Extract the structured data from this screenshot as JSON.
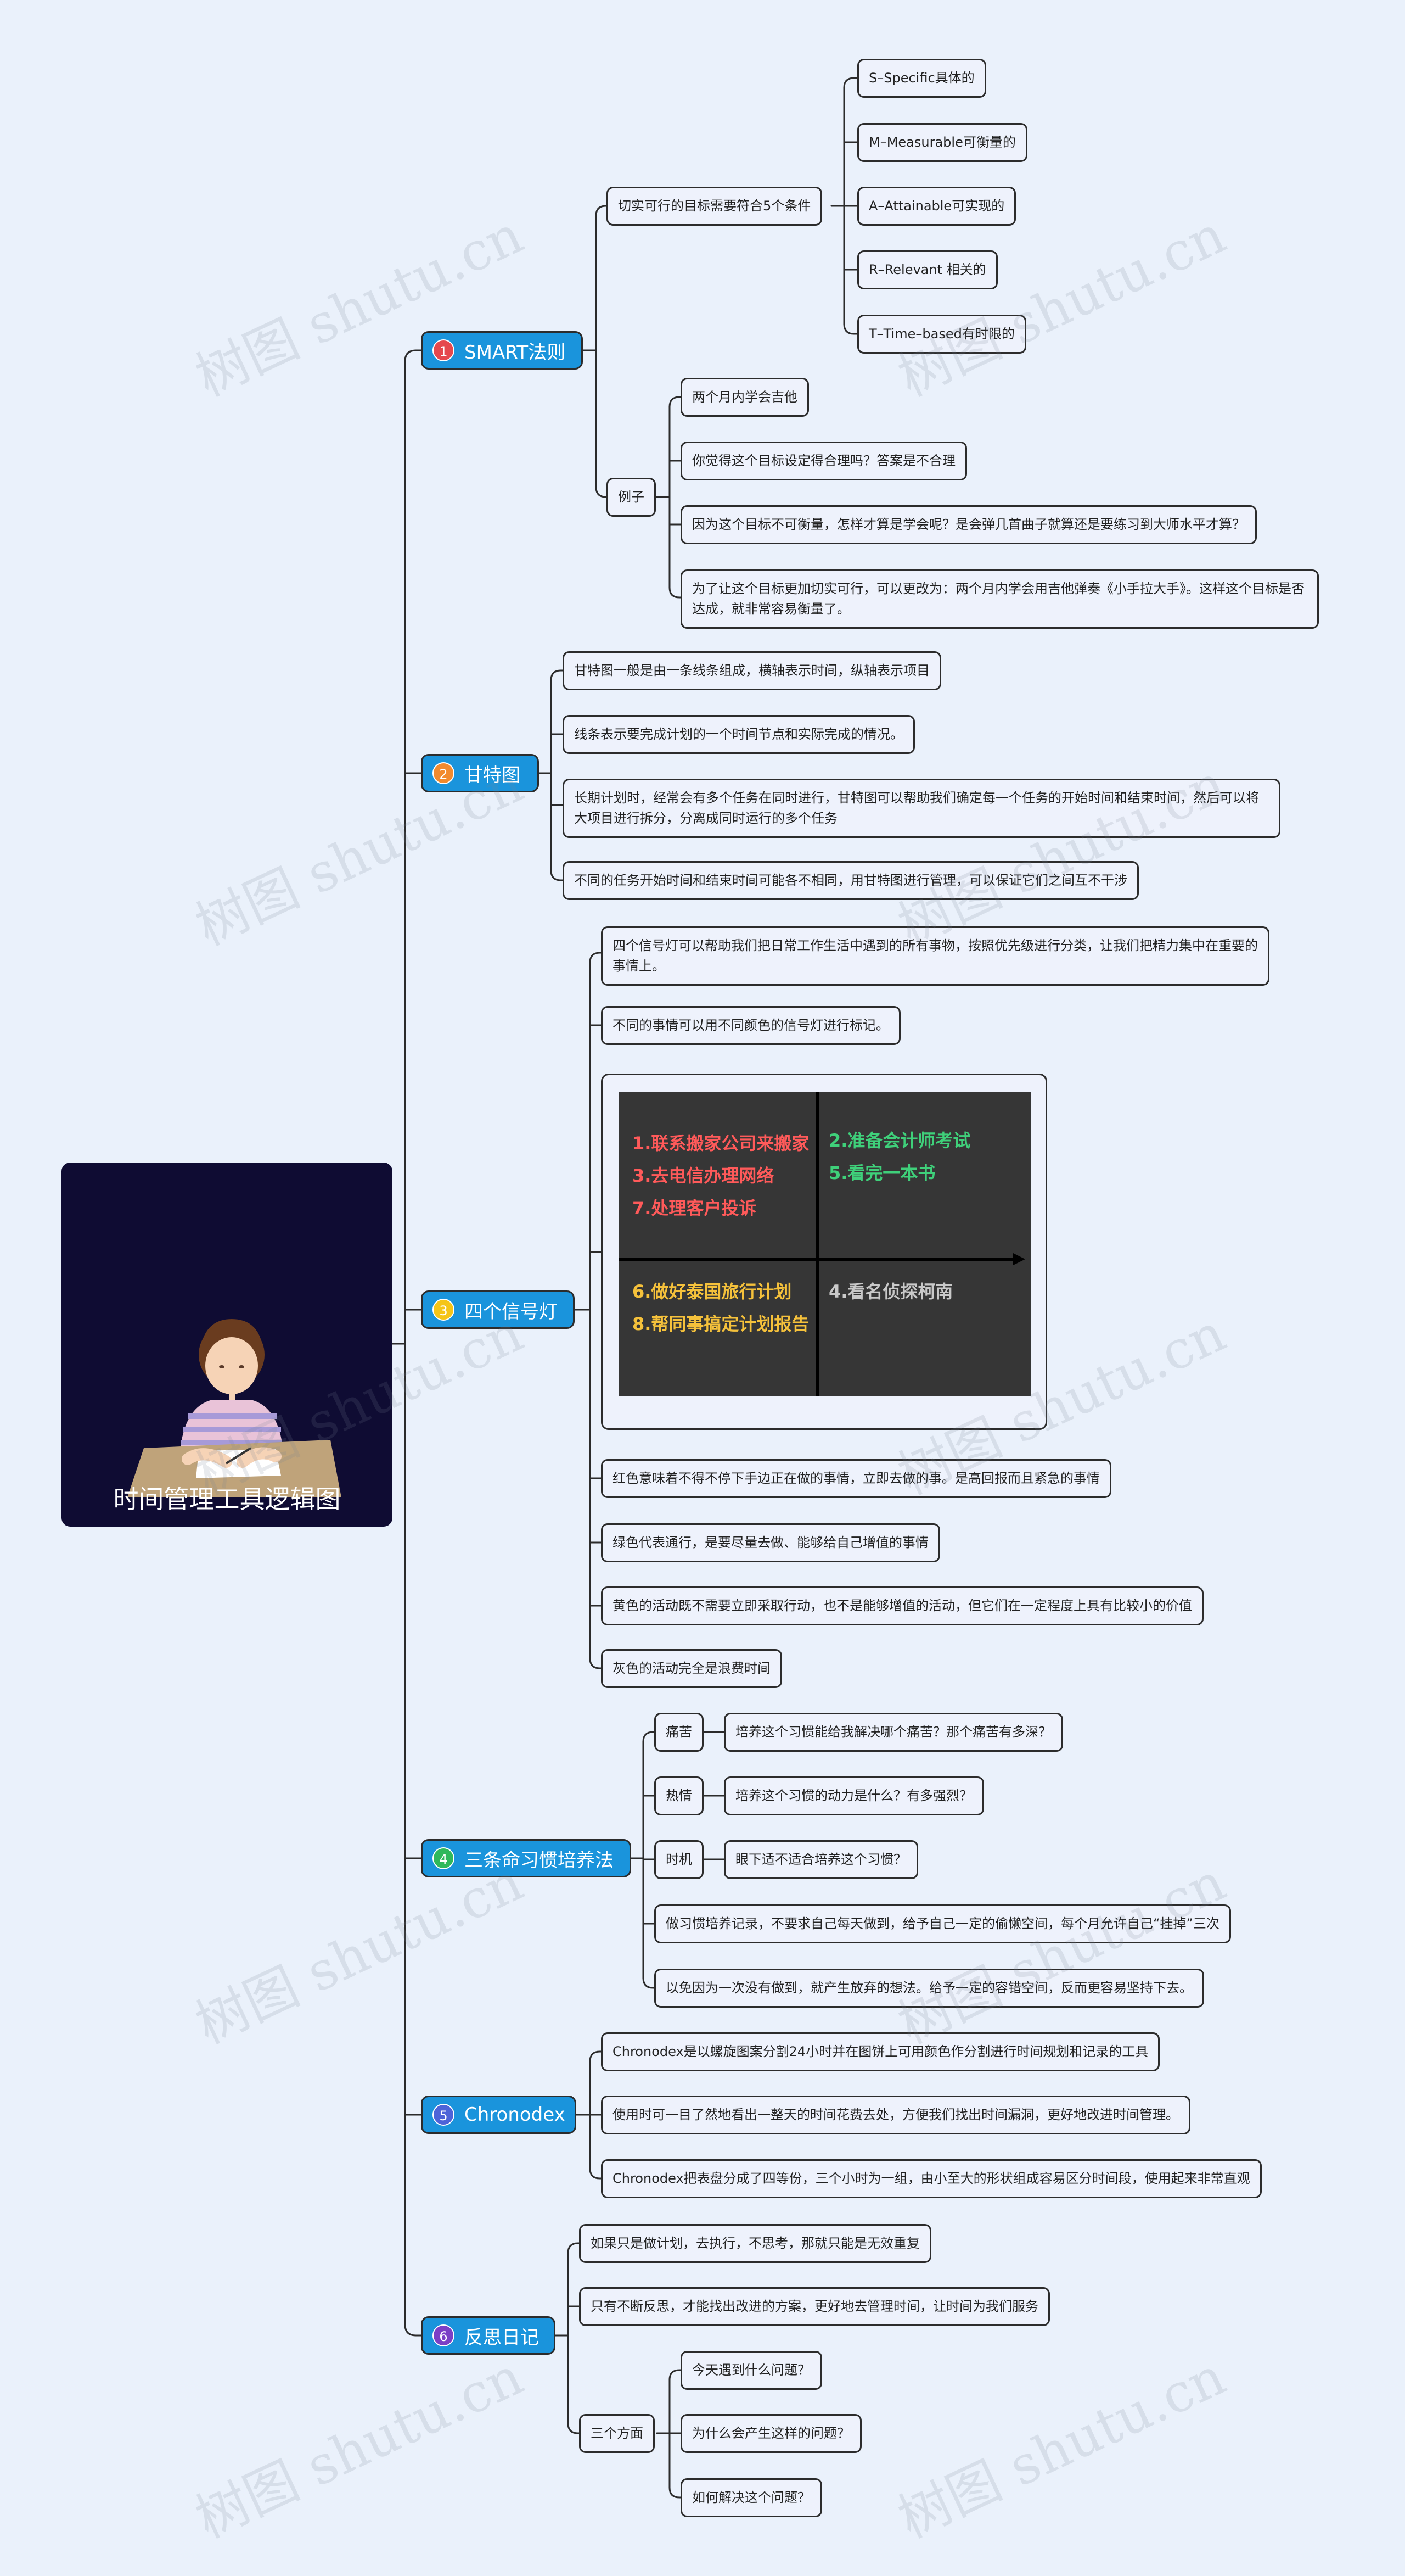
{
  "root": {
    "title": "时间管理工具逻辑图"
  },
  "branches": [
    {
      "num": "1",
      "label": "SMART法则",
      "color": "#e5484d"
    },
    {
      "num": "2",
      "label": "甘特图",
      "color": "#f28a2e"
    },
    {
      "num": "3",
      "label": "四个信号灯",
      "color": "#f5c518"
    },
    {
      "num": "4",
      "label": "三条命习惯培养法",
      "color": "#2fb85b"
    },
    {
      "num": "5",
      "label": "Chronodex",
      "color": "#4d63d8"
    },
    {
      "num": "6",
      "label": "反思日记",
      "color": "#7b3fc6"
    }
  ],
  "smart": {
    "cond_label": "切实可行的目标需要符合5个条件",
    "conditions": [
      "S–Specific具体的",
      "M–Measurable可衡量的",
      "A–Attainable可实现的",
      "R–Relevant 相关的",
      "T–Time–based有时限的"
    ],
    "example_label": "例子",
    "examples": [
      "两个月内学会吉他",
      "你觉得这个目标设定得合理吗？答案是不合理",
      "因为这个目标不可衡量，怎样才算是学会呢？是会弹几首曲子就算还是要练习到大师水平才算？",
      "为了让这个目标更加切实可行，可以更改为：两个月内学会用吉他弹奏《小手拉大手》。这样这个目标是否达成，就非常容易衡量了。"
    ]
  },
  "gantt": {
    "items": [
      "甘特图一般是由一条线条组成，横轴表示时间，纵轴表示项目",
      "线条表示要完成计划的一个时间节点和实际完成的情况。",
      "长期计划时，经常会有多个任务在同时进行，甘特图可以帮助我们确定每一个任务的开始时间和结束时间，然后可以将大项目进行拆分，分离成同时运行的多个任务",
      "不同的任务开始时间和结束时间可能各不相同，用甘特图进行管理，可以保证它们之间互不干涉"
    ]
  },
  "signal": {
    "intro": [
      "四个信号灯可以帮助我们把日常工作生活中遇到的所有事物，按照优先级进行分类，让我们把精力集中在重要的事情上。",
      "不同的事情可以用不同颜色的信号灯进行标记。"
    ],
    "quadrant": {
      "red": [
        "1.联系搬家公司来搬家",
        "3.去电信办理网络",
        "7.处理客户投诉"
      ],
      "green": [
        "2.准备会计师考试",
        "5.看完一本书"
      ],
      "yellow": [
        "6.做好泰国旅行计划",
        "8.帮同事搞定计划报告"
      ],
      "gray": [
        "4.看名侦探柯南"
      ],
      "colors": {
        "red": "#ff5a5a",
        "green": "#3fd07a",
        "yellow": "#f5c13b",
        "gray": "#c9c9c9"
      }
    },
    "notes": [
      "红色意味着不得不停下手边正在做的事情，立即去做的事。是高回报而且紧急的事情",
      "绿色代表通行，是要尽量去做、能够给自己增值的事情",
      "黄色的活动既不需要立即采取行动，也不是能够增值的活动，但它们在一定程度上具有比较小的价值",
      "灰色的活动完全是浪费时间"
    ]
  },
  "habit": {
    "pain": {
      "label": "痛苦",
      "text": "培养这个习惯能给我解决哪个痛苦？那个痛苦有多深？"
    },
    "passion": {
      "label": "热情",
      "text": "培养这个习惯的动力是什么？有多强烈？"
    },
    "timing": {
      "label": "时机",
      "text": "眼下适不适合培养这个习惯？"
    },
    "notes": [
      "做习惯培养记录，不要求自己每天做到，给予自己一定的偷懒空间，每个月允许自己“挂掉”三次",
      "以免因为一次没有做到，就产生放弃的想法。给予一定的容错空间，反而更容易坚持下去。"
    ]
  },
  "chronodex": {
    "items": [
      "Chronodex是以螺旋图案分割24小时并在图饼上可用颜色作分割进行时间规划和记录的工具",
      "使用时可一目了然地看出一整天的时间花费去处，方便我们找出时间漏洞，更好地改进时间管理。",
      "Chronodex把表盘分成了四等份，三个小时为一组，由小至大的形状组成容易区分时间段，使用起来非常直观"
    ]
  },
  "reflection": {
    "items": [
      "如果只是做计划，去执行，不思考，那就只能是无效重复",
      "只有不断反思，才能找出改进的方案，更好地去管理时间，让时间为我们服务"
    ],
    "three_label": "三个方面",
    "three": [
      "今天遇到什么问题？",
      "为什么会产生这样的问题？",
      "如何解决这个问题？"
    ]
  },
  "watermark": "树图 shutu.cn"
}
